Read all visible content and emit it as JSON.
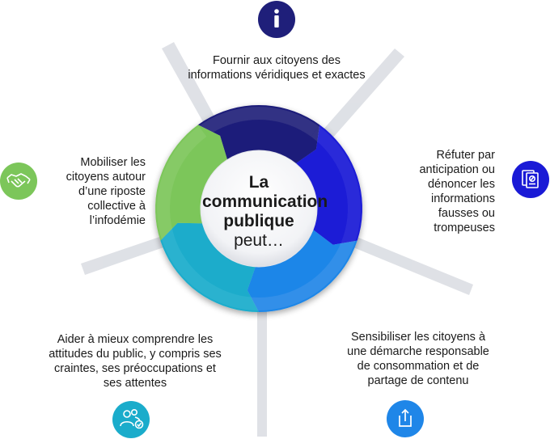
{
  "center": {
    "line1": "La",
    "line2": "communication",
    "line3": "publique",
    "line4": "peut…"
  },
  "items": [
    {
      "id": "inform",
      "lines": [
        "Fournir aux citoyens des",
        "informations véridiques et exactes"
      ],
      "icon": "info-icon",
      "color": "#1f1f7a"
    },
    {
      "id": "refute",
      "lines": [
        "Réfuter par",
        "anticipation ou",
        "dénoncer les",
        "informations",
        "fausses ou",
        "trompeuses"
      ],
      "icon": "document-icon",
      "color": "#1a1ad6"
    },
    {
      "id": "sensitize",
      "lines": [
        "Sensibiliser les citoyens à",
        "une démarche responsable",
        "de consommation et de",
        "partage de contenu"
      ],
      "icon": "share-icon",
      "color": "#1f86e8"
    },
    {
      "id": "understand",
      "lines": [
        "Aider à mieux comprendre les",
        "attitudes du public, y compris ses",
        "craintes, ses préoccupations et",
        "ses attentes"
      ],
      "icon": "people-icon",
      "color": "#1aaccb"
    },
    {
      "id": "mobilize",
      "lines": [
        "Mobiliser les",
        "citoyens autour",
        "d’une riposte",
        "collective à",
        "l’infodémie"
      ],
      "icon": "handshake-icon",
      "color": "#7cc65a"
    }
  ]
}
